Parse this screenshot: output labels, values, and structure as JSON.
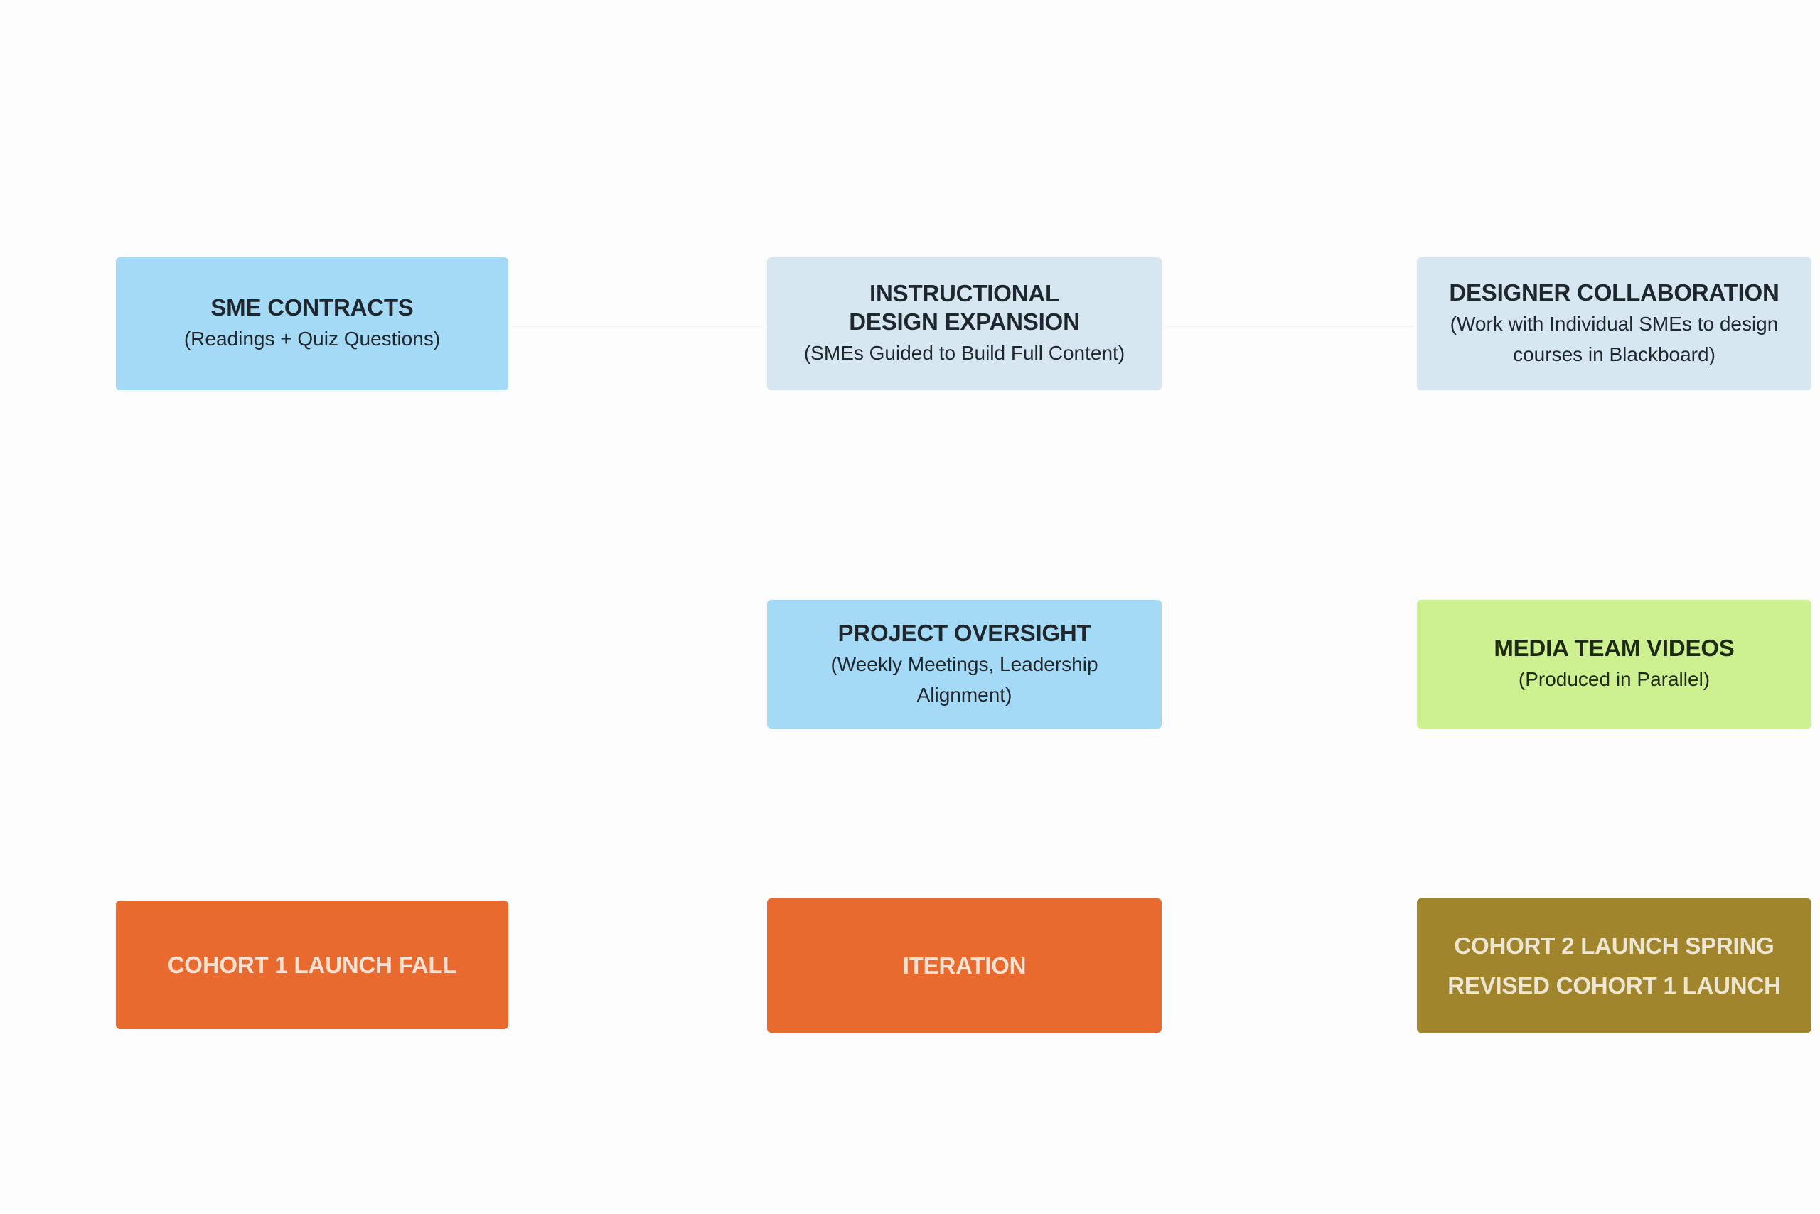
{
  "diagram": {
    "nodes": [
      {
        "id": "sme-contracts",
        "title": "SME CONTRACTS",
        "subtitle": "(Readings + Quiz Questions)",
        "color": "#a5daf6",
        "text_color": "#1f262c"
      },
      {
        "id": "instructional-design-expansion",
        "title": "INSTRUCTIONAL DESIGN EXPANSION",
        "subtitle": "(SMEs Guided to Build Full Content)",
        "color": "#d6e7f2",
        "text_color": "#1f262c"
      },
      {
        "id": "designer-collaboration",
        "title": "DESIGNER COLLABORATION",
        "subtitle": "(Work with Individual SMEs to design courses in Blackboard)",
        "color": "#d6e7f2",
        "text_color": "#1f262c"
      },
      {
        "id": "project-oversight",
        "title": "PROJECT OVERSIGHT",
        "subtitle": "(Weekly Meetings, Leadership Alignment)",
        "color": "#a5daf6",
        "text_color": "#1f262c"
      },
      {
        "id": "media-team-videos",
        "title": "MEDIA TEAM VIDEOS",
        "subtitle": "(Produced in Parallel)",
        "color": "#cdf191",
        "text_color": "#1f2a12"
      },
      {
        "id": "cohort-1-launch-fall",
        "title": "COHORT 1 LAUNCH FALL",
        "color": "#e86a2e",
        "text_color": "#fbe1d3"
      },
      {
        "id": "iteration",
        "title": "ITERATION",
        "color": "#e86a2e",
        "text_color": "#fbe1d3"
      },
      {
        "id": "cohort-2-launch-spring",
        "title": "COHORT 2 LAUNCH SPRING",
        "title_line2": "REVISED COHORT 1 LAUNCH",
        "color": "#a0852d",
        "text_color": "#ede6d3"
      }
    ],
    "edges": [
      {
        "from": "sme-contracts",
        "to": "instructional-design-expansion"
      },
      {
        "from": "instructional-design-expansion",
        "to": "designer-collaboration"
      }
    ]
  }
}
